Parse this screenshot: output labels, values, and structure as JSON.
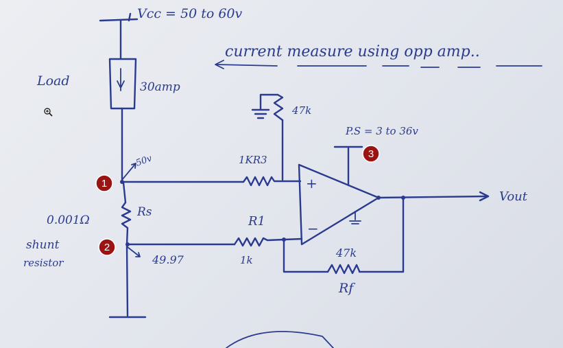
{
  "labels": {
    "vcc": "Vcc = 50 to 60v",
    "title": "current measure using opp amp..",
    "load": "Load",
    "load_current": "30amp",
    "r_pullup": "47k",
    "pullup_1k": "1KR3",
    "ps": "P.S = 3 to 36v",
    "voltage_50": "50v",
    "plus": "+",
    "minus": "−",
    "vout": "Vout",
    "shunt_value": "0.001Ω",
    "rs": "Rs",
    "r1": "R1",
    "shunt_label_1": "shunt",
    "shunt_label_2": "resistor",
    "v_low": "49.97",
    "r1_value": "1k",
    "rf_value": "47k",
    "rf": "Rf"
  },
  "markers": [
    "1",
    "2",
    "3"
  ],
  "colors": {
    "ink": "#2a3b8f",
    "marker": "#9b1414",
    "paper": "#e4e7ee"
  },
  "icons": {
    "zoom": "zoom-in-icon"
  }
}
